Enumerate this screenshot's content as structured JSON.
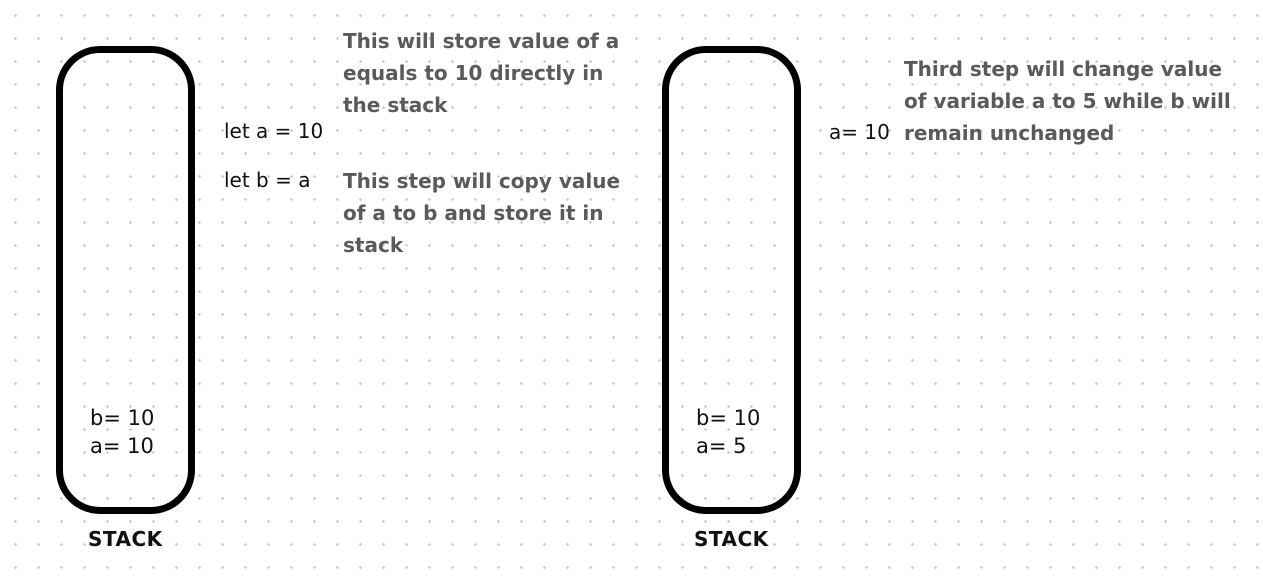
{
  "left_panel": {
    "code": {
      "line1": "let a = 10",
      "line2": "let b = a"
    },
    "notes": {
      "note1": "This will store value of a equals to 10 directly in the stack",
      "note2": "This step will copy value of a to b and store it in stack"
    },
    "stack": {
      "entries": [
        "b= 10",
        "a= 10"
      ],
      "label": "STACK"
    }
  },
  "right_panel": {
    "code": {
      "line1": "a= 10"
    },
    "notes": {
      "note1": "Third step will change value of variable a to 5 while b will remain unchanged"
    },
    "stack": {
      "entries": [
        "b= 10",
        "a= 5"
      ],
      "label": "STACK"
    }
  },
  "colors": {
    "outline": "#000000",
    "note_text": "#5a5a5a",
    "code_text": "#111111",
    "grid_dot": "#c9c9c9",
    "background": "#ffffff"
  }
}
